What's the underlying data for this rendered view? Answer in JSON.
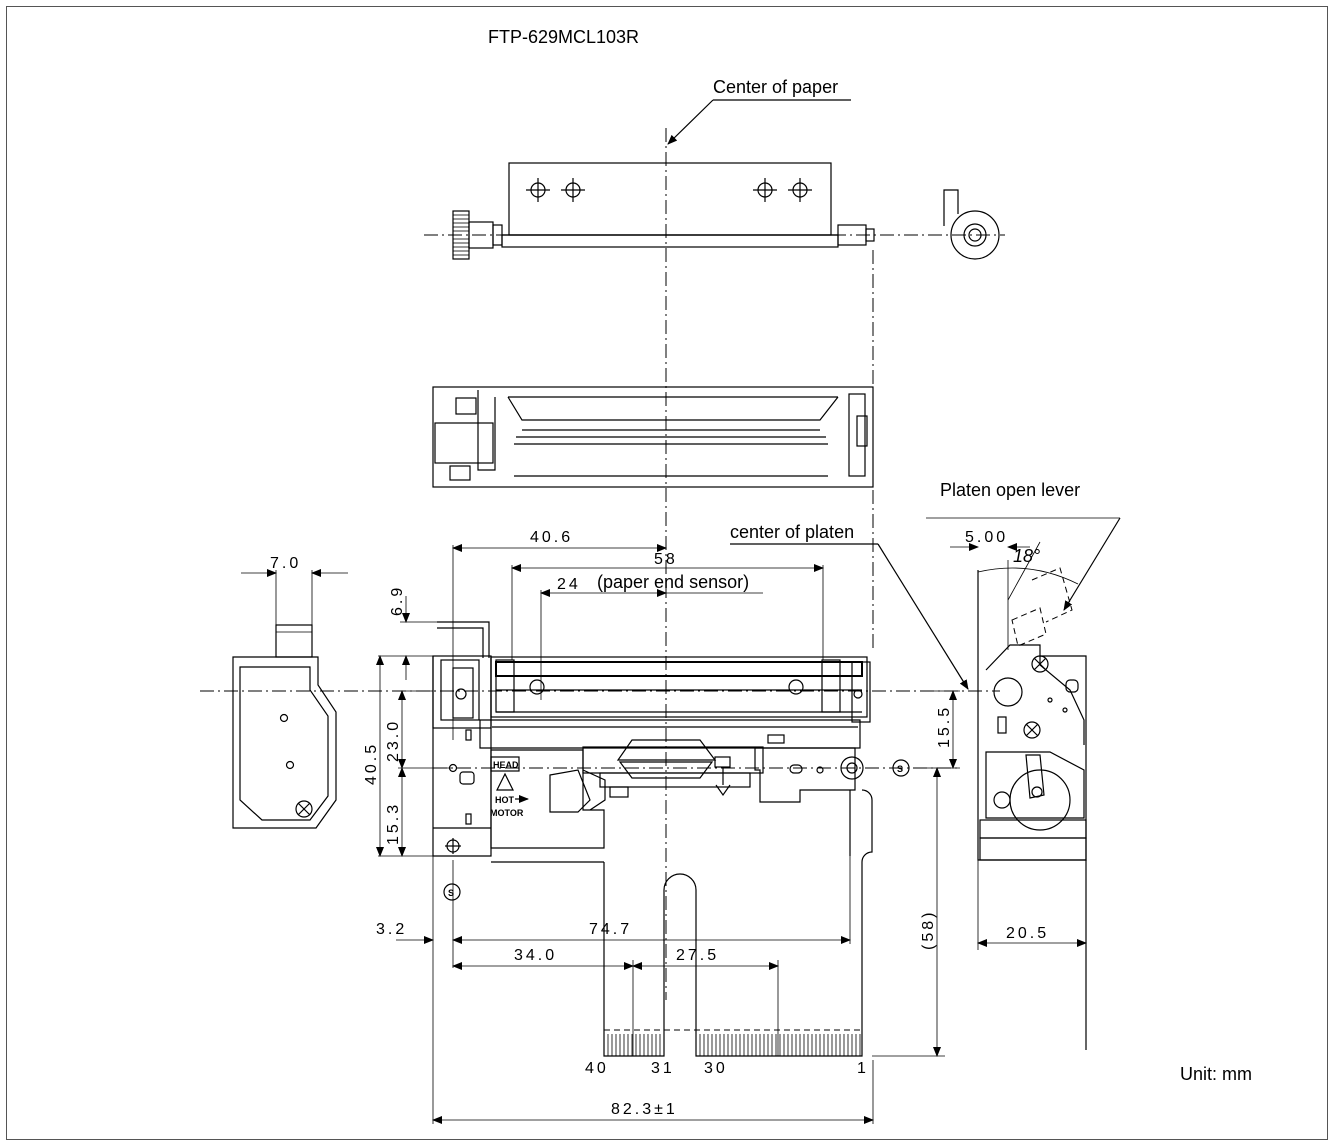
{
  "title": "FTP-629MCL103R",
  "labels": {
    "center_of_paper": "Center of paper",
    "center_of_platen": "center of platen",
    "platen_open_lever": "Platen open lever",
    "paper_end_sensor": "(paper end sensor)",
    "unit": "Unit: mm"
  },
  "dimensions": {
    "d_40_6": "40.6",
    "d_58": "58",
    "d_24": "24",
    "d_7_0": "7.0",
    "d_6_9": "6.9",
    "d_40_5": "40.5",
    "d_23_0": "23.0",
    "d_15_3": "15.3",
    "d_15_5": "15.5",
    "d_5_00": "5.00",
    "d_18deg": "18°",
    "d_3_2": "3.2",
    "d_74_7": "74.7",
    "d_34_0": "34.0",
    "d_27_5": "27.5",
    "d_58p": "(58)",
    "d_20_5": "20.5",
    "d_82_3": "82.3±1"
  },
  "pins": {
    "p40": "40",
    "p31": "31",
    "p30": "30",
    "p1": "1"
  },
  "marks": {
    "head": "HEAD",
    "hot": "HOT",
    "motor": "MOTOR",
    "s": "S"
  }
}
